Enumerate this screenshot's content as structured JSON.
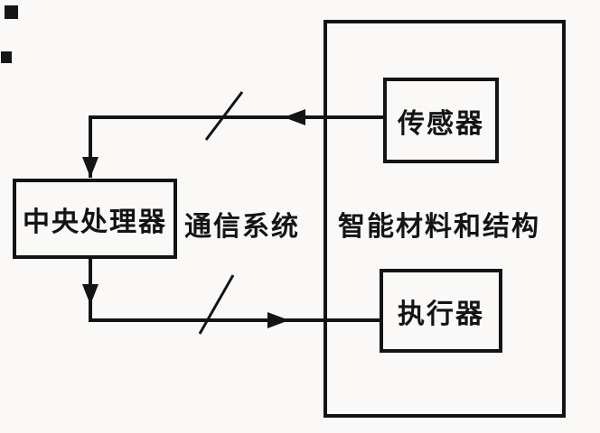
{
  "diagram": {
    "title": "smart-material-structure-block-diagram",
    "labels": {
      "outer": "智能材料和结构",
      "sensor": "传感器",
      "actuator": "执行器",
      "cpu": "中央处理器",
      "comm": "通信系统"
    },
    "connections": [
      {
        "from": "传感器",
        "to": "中央处理器",
        "via": "通信系统",
        "direction": "left-then-down"
      },
      {
        "from": "中央处理器",
        "to": "执行器",
        "via": "通信系统",
        "direction": "down-then-right"
      }
    ],
    "colors": {
      "line": "#141414",
      "background": "#faf9f7"
    }
  }
}
